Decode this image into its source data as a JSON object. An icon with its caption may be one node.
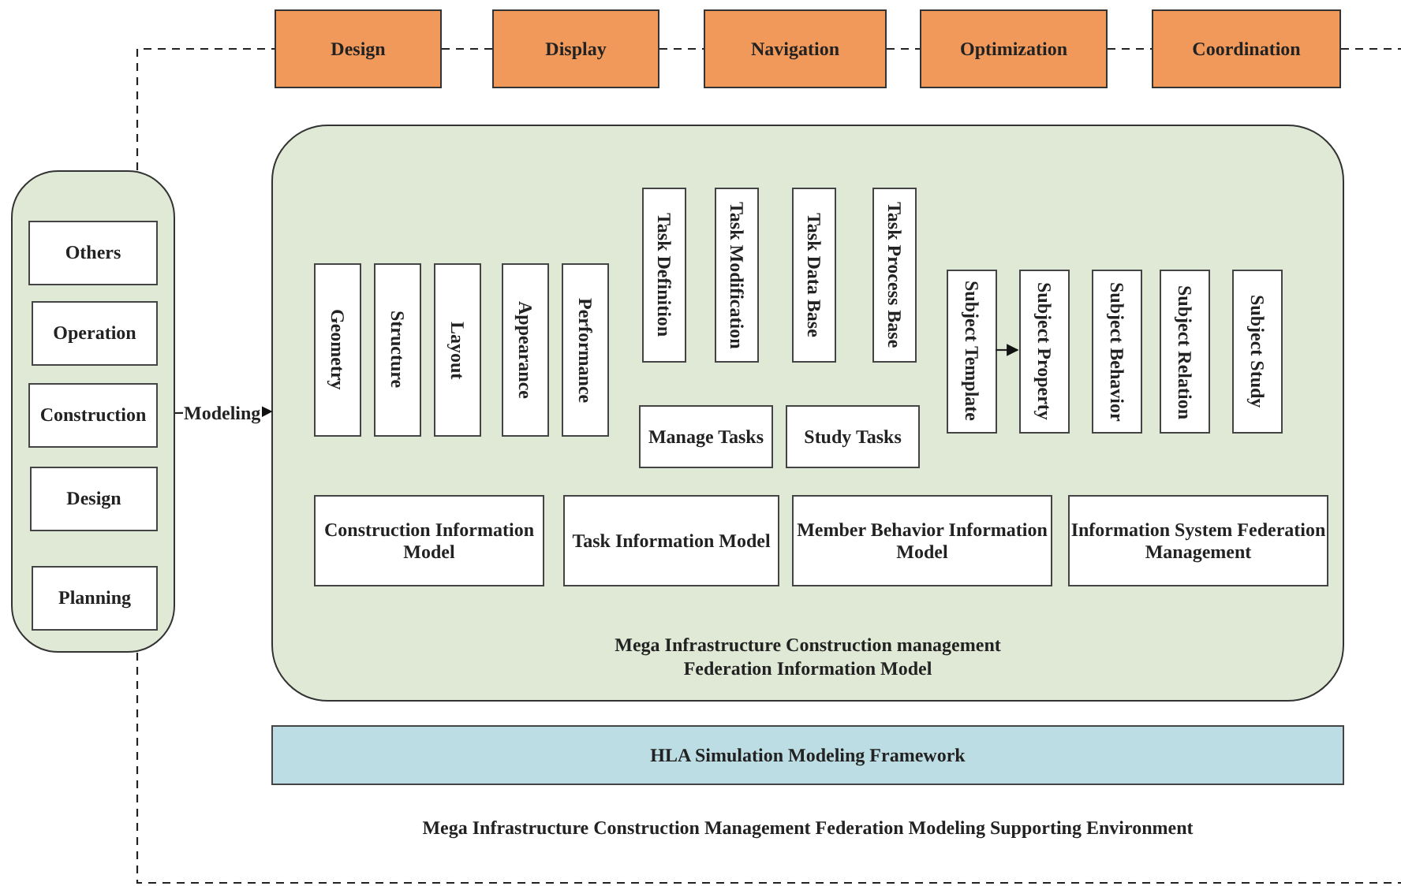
{
  "diagram": {
    "nodes": [
      {
        "text": [
          "Design"
        ]
      },
      {
        "text": [
          "Display"
        ]
      },
      {
        "text": [
          "Navigation"
        ]
      },
      {
        "text": [
          "Optimization"
        ]
      },
      {
        "text": [
          "Coordination"
        ]
      },
      {
        "text": [],
        "shape": "box"
      },
      {
        "text": [
          "Others"
        ],
        "in": 5
      },
      {
        "text": [
          "Operation"
        ],
        "in": 5
      },
      {
        "text": [
          "Construction"
        ],
        "in": 5
      },
      {
        "text": [
          "Design"
        ],
        "in": 5
      },
      {
        "text": [
          "Planning"
        ],
        "in": 5
      },
      {
        "text": [
          "Mega Infrastructure Construction management Federation Information Model"
        ]
      },
      {
        "text": [
          "Geometry"
        ],
        "in": 11
      },
      {
        "text": [
          "Structure"
        ],
        "in": 11
      },
      {
        "text": [
          "Layout"
        ],
        "in": 11
      },
      {
        "text": [
          "Appearance"
        ],
        "in": 11
      },
      {
        "text": [
          "Performance"
        ],
        "in": 11
      },
      {
        "text": [
          "Task Definition"
        ],
        "in": 11
      },
      {
        "text": [
          "Task Modification"
        ],
        "in": 11
      },
      {
        "text": [
          "Task Data Base"
        ],
        "in": 11
      },
      {
        "text": [
          "Task Process Base"
        ],
        "in": 11
      },
      {
        "text": [
          "Manage Tasks"
        ],
        "in": 11
      },
      {
        "text": [
          "Study Tasks"
        ],
        "in": 11
      },
      {
        "text": [
          "Subject Template"
        ],
        "in": 11
      },
      {
        "text": [
          "Subject Property"
        ],
        "in": 11
      },
      {
        "text": [
          "Subject Behavior"
        ],
        "in": 11
      },
      {
        "text": [
          "Subject Relation"
        ],
        "in": 11
      },
      {
        "text": [
          "Subject Study"
        ],
        "in": 11
      },
      {
        "text": [
          "Construction Information Model"
        ],
        "in": 11
      },
      {
        "text": [
          "Task Information Model"
        ],
        "in": 11
      },
      {
        "text": [
          "Member Behavior Information Model"
        ],
        "in": 11
      },
      {
        "text": [
          "Information System Federation Management"
        ],
        "in": 11
      },
      {
        "text": [
          "HLA Simulation Modeling Framework"
        ]
      }
    ],
    "edges": [
      {
        "from": 5,
        "to": 11,
        "arrow": "to",
        "label": "Modeling",
        "style": "dashed"
      },
      {
        "from": 23,
        "to": 24,
        "arrow": "to"
      },
      {
        "from": 5,
        "to": 0,
        "arrow": "none",
        "style": "dashed"
      },
      {
        "from": 0,
        "to": 1,
        "arrow": "none",
        "style": "dashed"
      },
      {
        "from": 1,
        "to": 2,
        "arrow": "none",
        "style": "dashed"
      },
      {
        "from": 2,
        "to": 3,
        "arrow": "none",
        "style": "dashed"
      },
      {
        "from": 3,
        "to": 4,
        "arrow": "none",
        "style": "dashed"
      },
      {
        "from": 4,
        "to": null,
        "arrow": "none",
        "style": "dashed"
      },
      {
        "from": 5,
        "to": null,
        "arrow": "none",
        "style": "dashed"
      }
    ],
    "labels": [
      "Mega Infrastructure Construction Management Federation Modeling Supporting Environment"
    ]
  }
}
